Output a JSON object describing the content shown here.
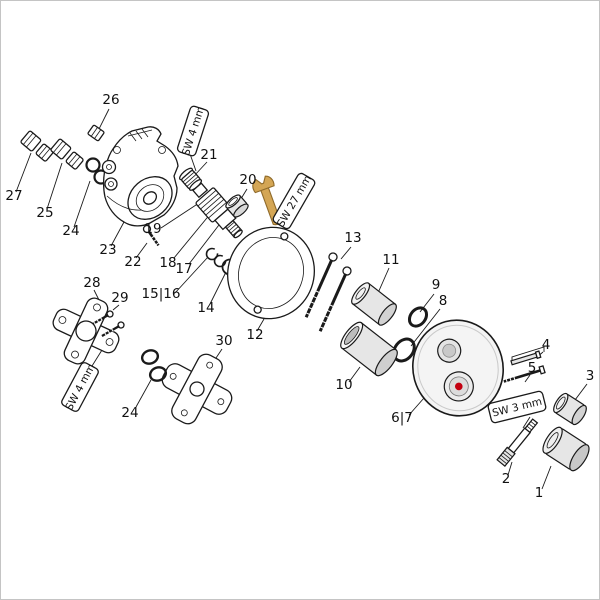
{
  "figure": {
    "callouts": {
      "c1": "1",
      "c2": "2",
      "c3": "3",
      "c4": "4",
      "c5": "5",
      "c6_7": "6|7",
      "c8": "8",
      "c9": "9",
      "c10": "10",
      "c11": "11",
      "c12": "12",
      "c13": "13",
      "c14": "14",
      "c15_16": "15|16",
      "c17": "17",
      "c18": "18",
      "c19": "19",
      "c20": "20",
      "c21": "21",
      "c22": "22",
      "c23": "23",
      "c24": "24",
      "c25": "25",
      "c26": "26",
      "c27": "27",
      "c28": "28",
      "c29": "29",
      "c30": "30"
    },
    "tool_labels": {
      "sw4": "SW 4 mm",
      "sw27": "SW 27 mm",
      "sw3": "SW 3 mm"
    },
    "colors": {
      "background": "#ffffff",
      "line": "#1a1a1a",
      "accent_red": "#c30010",
      "wrench_gold": "#d4a655",
      "border": "#c4c4c4"
    }
  }
}
